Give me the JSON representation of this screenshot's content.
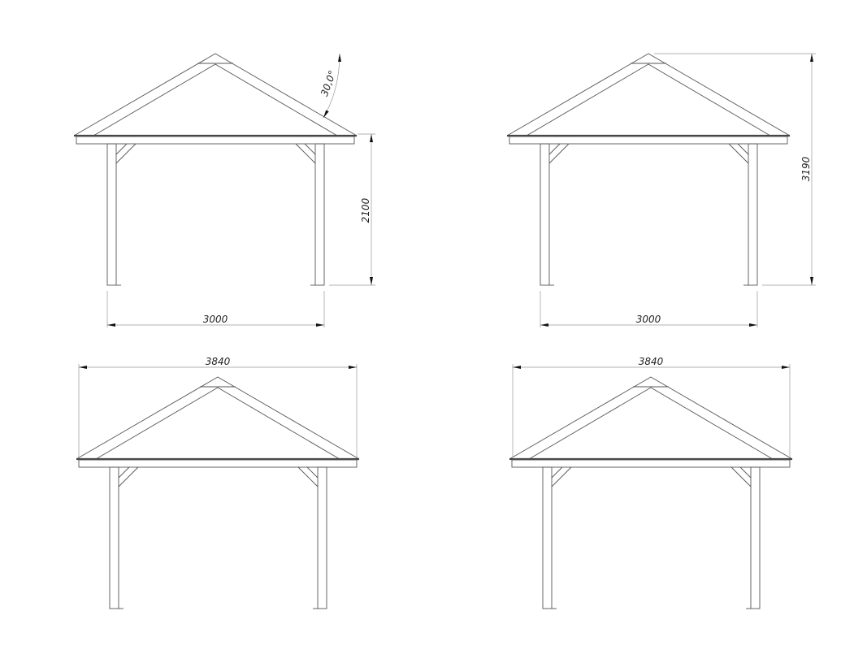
{
  "views": [
    {
      "name": "front-view-top-left",
      "dimensions": {
        "height": "2100",
        "span": "3000",
        "angle": "30,0°"
      }
    },
    {
      "name": "front-view-top-right",
      "dimensions": {
        "total_height": "3190",
        "span": "3000"
      }
    },
    {
      "name": "front-view-bottom-left",
      "dimensions": {
        "overall_width": "3840"
      }
    },
    {
      "name": "front-view-bottom-right",
      "dimensions": {
        "overall_width": "3840"
      }
    }
  ],
  "colors": {
    "line": "#555555",
    "dimension_line": "#999999",
    "text": "#222222"
  }
}
